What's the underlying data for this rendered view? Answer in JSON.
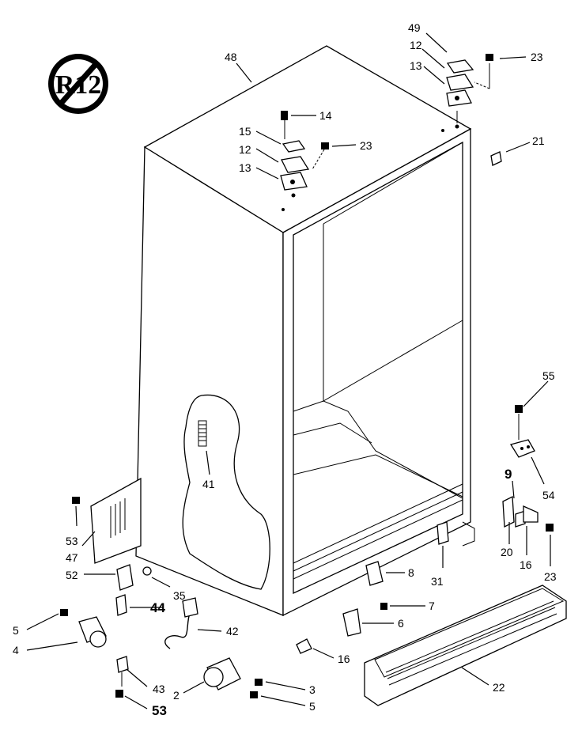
{
  "badge": {
    "text": "R12",
    "icon": "no-r12-symbol-icon"
  },
  "labels": {
    "p48": "48",
    "p49": "49",
    "p12a": "12",
    "p13a": "13",
    "p23a": "23",
    "p14": "14",
    "p15": "15",
    "p12b": "12",
    "p13b": "13",
    "p23b": "23",
    "p21": "21",
    "p55": "55",
    "p41": "41",
    "p54": "54",
    "p9": "9",
    "p53a": "53",
    "p47": "47",
    "p20": "20",
    "p16a": "16",
    "p23c": "23",
    "p52": "52",
    "p8": "8",
    "p31": "31",
    "p35": "35",
    "p44": "44",
    "p7": "7",
    "p5a": "5",
    "p42": "42",
    "p6": "6",
    "p4": "4",
    "p16b": "16",
    "p22": "22",
    "p43": "43",
    "p3": "3",
    "p2": "2",
    "p5b": "5",
    "p53b": "53"
  }
}
